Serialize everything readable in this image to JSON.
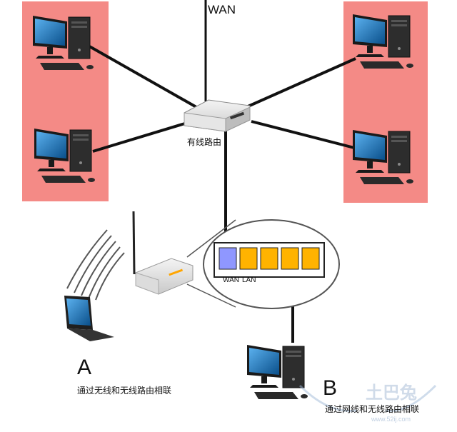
{
  "top_wan_label": "WAN",
  "wired_router_label": "有线路由",
  "port_wan_label": "WAN",
  "port_lan_label": "LAN",
  "config_a": {
    "letter": "A",
    "caption": "通过无线和无线路由相联"
  },
  "config_b": {
    "letter": "B",
    "caption": "通过网线和无线路由相联"
  },
  "watermark": {
    "text": "土巴兔",
    "url": "www.52ij.com"
  },
  "colors": {
    "zone_fill": "#f48a86",
    "port_lan": "#ffb300",
    "port_wan": "#8f97ff",
    "cable": "#111111",
    "monitor_screen": "#1a74b8"
  }
}
